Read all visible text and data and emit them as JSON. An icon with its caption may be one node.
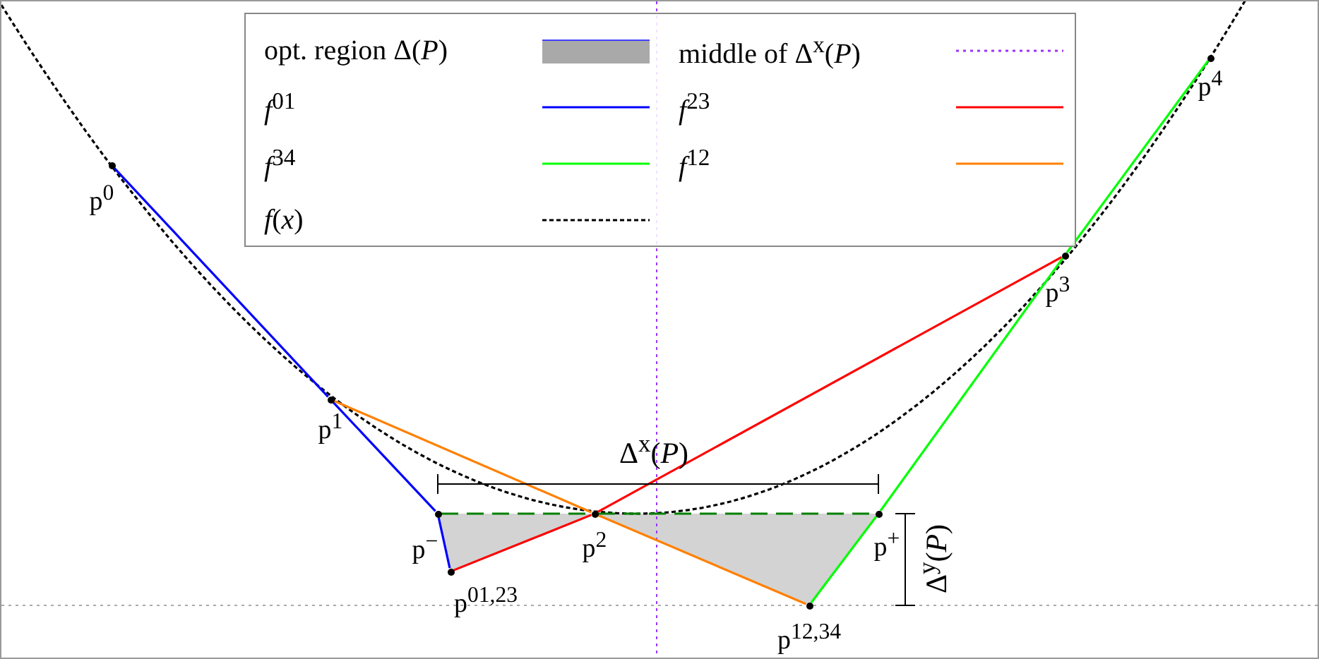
{
  "diagram": {
    "nodes": [
      {
        "text": [],
        "shape": "circle",
        "beside": [
          "p$^{0}$"
        ]
      },
      {
        "text": [],
        "shape": "circle",
        "beside": [
          "p$^{1}$"
        ]
      },
      {
        "text": [],
        "shape": "circle",
        "beside": [
          "p$^{−}$"
        ]
      },
      {
        "text": [],
        "shape": "circle",
        "beside": [
          "p$^{01,23}$"
        ]
      },
      {
        "text": [],
        "shape": "circle",
        "beside": [
          "p$^{2}$"
        ]
      },
      {
        "text": [],
        "shape": "circle",
        "beside": [
          "p$^{12,34}$"
        ]
      },
      {
        "text": [],
        "shape": "circle",
        "beside": [
          "p$^{+}$"
        ]
      },
      {
        "text": [],
        "shape": "circle",
        "beside": [
          "p$^{3}$"
        ]
      },
      {
        "text": [],
        "shape": "circle",
        "beside": [
          "p$^{4}$"
        ]
      }
    ],
    "edges": [
      {
        "from": 0,
        "to": 1,
        "arrow": "none",
        "color": "#0000ff"
      },
      {
        "from": 1,
        "to": 2,
        "arrow": "none",
        "color": "#0000ff"
      },
      {
        "from": 2,
        "to": 3,
        "arrow": "none",
        "color": "#0000ff"
      },
      {
        "from": 3,
        "to": 4,
        "arrow": "none",
        "color": "#ff0000"
      },
      {
        "from": 4,
        "to": 7,
        "arrow": "none",
        "color": "#ff0000"
      },
      {
        "from": 8,
        "to": 7,
        "arrow": "none",
        "color": "#00ff00"
      },
      {
        "from": 7,
        "to": 6,
        "arrow": "none",
        "color": "#00ff00"
      },
      {
        "from": 6,
        "to": 5,
        "arrow": "none",
        "color": "#00ff00"
      },
      {
        "from": 1,
        "to": 4,
        "arrow": "none",
        "color": "#ff8000"
      },
      {
        "from": 4,
        "to": 5,
        "arrow": "none",
        "color": "#ff8000"
      },
      {
        "from": 2,
        "to": 4,
        "arrow": "none",
        "style": "dashed",
        "color": "#008000"
      },
      {
        "from": 4,
        "to": 6,
        "arrow": "none",
        "style": "dashed",
        "color": "#008000"
      }
    ],
    "labels": [
      "Δ$^{x}$(*P*)",
      "Δ$^{y}$(*P*)"
    ],
    "legend": [
      {
        "text": "opt. region Δ(*P*)",
        "color": "#a9a9a9"
      },
      {
        "text": "middle of Δ$^{x}$(*P*)"
      },
      {
        "text": "*f*$^{01}$"
      },
      {
        "text": "*f*$^{23}$"
      },
      {
        "text": "*f*$^{34}$"
      },
      {
        "text": "*f*$^{12}$"
      },
      {
        "text": "*f*(*x*)"
      }
    ]
  }
}
